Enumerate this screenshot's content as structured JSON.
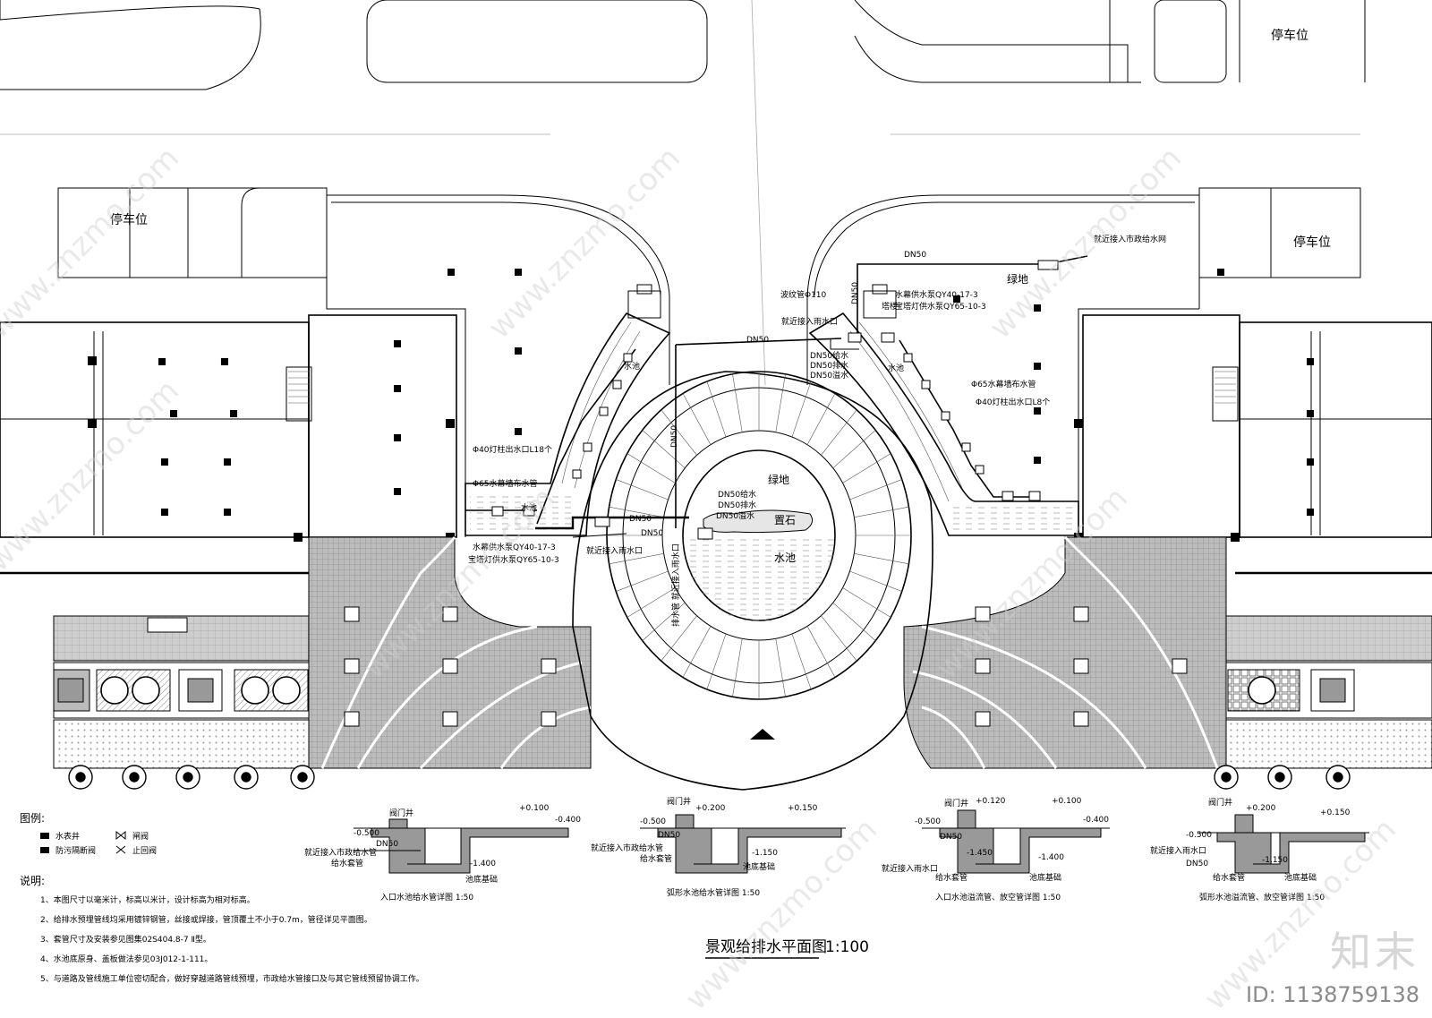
{
  "drawing": {
    "title": "景观给排水平面图",
    "scale": "1:100",
    "parking": [
      "停车位",
      "停车位",
      "停车位"
    ],
    "areas": {
      "greenbelt": "绿地",
      "rock": "置石",
      "water": "水池",
      "tower": "塔楼"
    },
    "pipes": {
      "dn50": "DN50",
      "supply": "DN50给水",
      "drain": "DN50排水",
      "overflow": "DN50溢水",
      "left_lights": "Φ40灯柱出水口L18个",
      "left_wall": "Φ65水幕墙布水管",
      "right_lights": "Φ40灯柱出水口L8个",
      "right_wall": "Φ65水幕墙布水管",
      "pump1": "水幕供水泵QY40-17-3",
      "pump2": "宝塔灯供水泵QY65-10-3",
      "municipal": "就近接入市政给水网",
      "rain": "就近接入雨水口",
      "corrugated": "波纹管Φ110",
      "drain_pipe": "排水管  就近接入雨水口"
    }
  },
  "legend": {
    "title": "图例:",
    "items": [
      {
        "name": "水表井"
      },
      {
        "name": "闸阀"
      },
      {
        "name": "防污隔断阀"
      },
      {
        "name": "止回阀"
      }
    ]
  },
  "notes": {
    "title": "说明:",
    "items": [
      "1、本图尺寸以毫米计，标高以米计，设计标高为相对标高。",
      "2、给排水预埋管线均采用镀锌钢管，丝接或焊接，管顶覆土不小于0.7m，管径详见平面图。",
      "3、套管尺寸及安装参见图集02S404.8-7 Ⅱ型。",
      "4、水池底原身、盖板做法参见03J012-1-111。",
      "5、与道路及管线施工单位密切配合，做好穿越道路管线预埋，市政给水管接口及与其它管线预留协调工作。"
    ]
  },
  "details": [
    {
      "title": "入口水池给水管详图 1:50",
      "valve": "阀门井",
      "e1": "+0.100",
      "e2": "-0.500",
      "e3": "-0.400",
      "e4": "-1.400",
      "dn": "DN50",
      "l1": "就近接入市政给水管",
      "l2": "给水套管",
      "l3": "池底基础"
    },
    {
      "title": "弧形水池给水管详图 1:50",
      "valve": "阀门井",
      "e1": "+0.200",
      "e2": "-0.500",
      "e3": "+0.150",
      "e4": "-1.150",
      "dn": "DN50",
      "l1": "就近接入市政给水管",
      "l2": "给水套管",
      "l3": "池底基础"
    },
    {
      "title": "入口水池溢流管、放空管详图 1:50",
      "valve": "阀门井",
      "e1": "+0.120",
      "e2": "-0.500",
      "e3": "+0.100",
      "e4": "-1.450",
      "dn": "DN50",
      "l1": "就近接入雨水口",
      "l2": "给水套管",
      "l3": "池底基础",
      "e5": "-0.400",
      "e6": "-1.400"
    },
    {
      "title": "弧形水池溢流管、放空管详图 1:50",
      "valve": "阀门井",
      "e1": "+0.200",
      "e2": "-0.500",
      "e3": "+0.150",
      "e4": "-1.150",
      "dn": "DN50",
      "l1": "就近接入雨水口",
      "l2": "给水套管",
      "l3": "池底基础"
    }
  ],
  "watermark": {
    "site": "www.znzmo.com",
    "brand": "知末",
    "id": "ID: 1138759138"
  }
}
